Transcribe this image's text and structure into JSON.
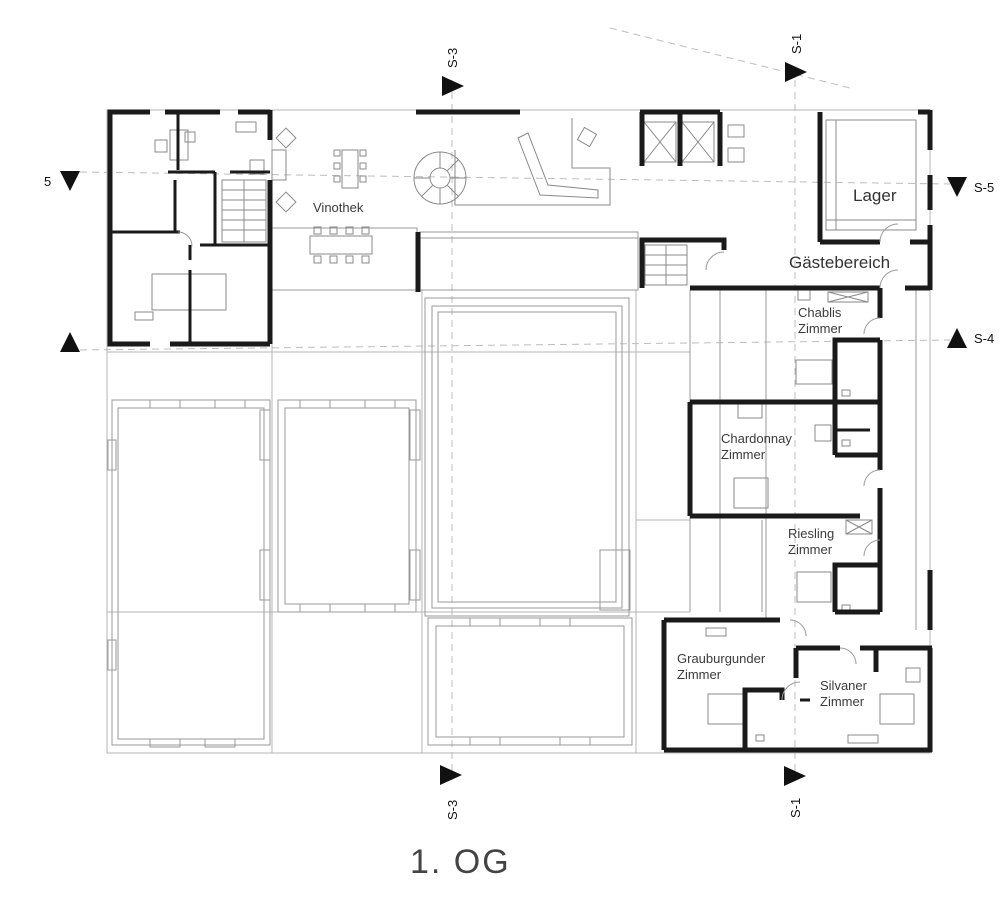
{
  "plan": {
    "title": "1. OG",
    "rooms": {
      "vinothek": "Vinothek",
      "lager": "Lager",
      "gaestebereich": "Gästebereich",
      "chablis": [
        "Chablis",
        "Zimmer"
      ],
      "chardonnay": [
        "Chardonnay",
        "Zimmer"
      ],
      "riesling": [
        "Riesling",
        "Zimmer"
      ],
      "grauburgunder": [
        "Grauburgunder",
        "Zimmer"
      ],
      "silvaner": [
        "Silvaner",
        "Zimmer"
      ]
    },
    "sections": {
      "s1_top": "S-1",
      "s1_bottom": "S-1",
      "s3_top": "S-3",
      "s3_bottom": "S-3",
      "s4_right": "S-4",
      "s5_right": "S-5",
      "s5_left": "5"
    }
  }
}
